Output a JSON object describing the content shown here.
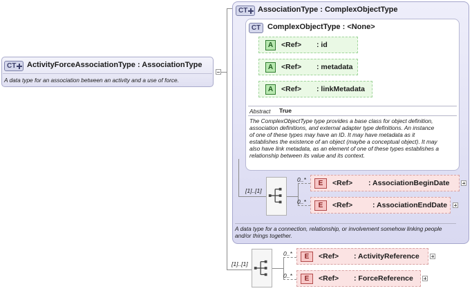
{
  "root": {
    "badge": "CT",
    "title": "ActivityForceAssociationType : AssociationType",
    "description": "A data type for an association between an activity and a use of force."
  },
  "association": {
    "badge": "CT",
    "title": "AssociationType : ComplexObjectType",
    "complex_object": {
      "badge": "CT",
      "title": "ComplexObjectType : <None>",
      "attributes": [
        {
          "badge": "A",
          "ref": "<Ref>",
          "name": ": id"
        },
        {
          "badge": "A",
          "ref": "<Ref>",
          "name": ": metadata"
        },
        {
          "badge": "A",
          "ref": "<Ref>",
          "name": ": linkMetadata"
        }
      ],
      "abstract_label": "Abstract",
      "abstract_value": "True",
      "description": "The ComplexObjectType type provides a base class for object definition, association definitions, and external adapter type definitions. An instance of one of these types may have an ID. It may have metadata as it establishes the existence of an object (maybe a conceptual object). It may also have link metadata, as an element of one of these types establishes a relationship between its value and its context."
    },
    "sequence_card": "[1]..[1]",
    "elements": [
      {
        "card": "0..*",
        "badge": "E",
        "ref": "<Ref>",
        "name": ": AssociationBeginDate"
      },
      {
        "card": "0..*",
        "badge": "E",
        "ref": "<Ref>",
        "name": ": AssociationEndDate"
      }
    ],
    "description": "A data type for a connection, relationship, or involvement somehow linking people and/or things together."
  },
  "root_sequence": {
    "card": "[1]..[1]",
    "elements": [
      {
        "card": "0..*",
        "badge": "E",
        "ref": "<Ref>",
        "name": ": ActivityReference"
      },
      {
        "card": "0..*",
        "badge": "E",
        "ref": "<Ref>",
        "name": ": ForceReference"
      }
    ]
  }
}
